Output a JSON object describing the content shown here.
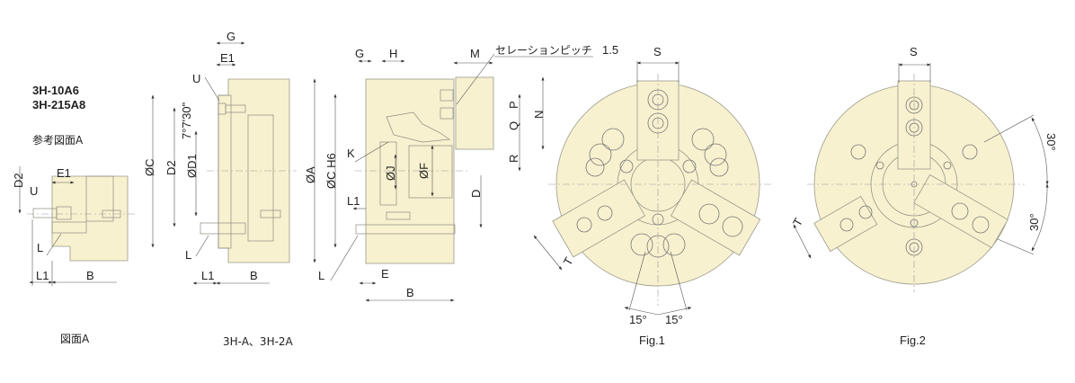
{
  "models": [
    "3H-10A6",
    "3H-215A8"
  ],
  "reference_note": "参考図面A",
  "figures": {
    "drawing_a": {
      "caption": "図面A",
      "labels": {
        "D2": "D2",
        "E1": "E1",
        "U": "U",
        "L": "L",
        "L1": "L1",
        "B": "B"
      }
    },
    "side_view_1": {
      "labels": {
        "G": "G",
        "E1": "E1",
        "U": "U",
        "angle": "7°7'30\"",
        "C": "ØC",
        "D2": "D2",
        "D1": "ØD1",
        "L": "L",
        "L1": "L1",
        "B": "B"
      }
    },
    "side_view_2": {
      "caption": "3H-A、3H-2A",
      "labels": {
        "G": "G",
        "H": "H",
        "M": "M",
        "serration": "セレーションピッチ",
        "serration_pitch": "1.5",
        "A": "ØA",
        "CH6": "ØC H6",
        "K": "K",
        "J": "ØJ",
        "F": "ØF",
        "L1": "L1",
        "P": "P",
        "Q": "Q",
        "N": "N",
        "R": "R",
        "D": "D",
        "L": "L",
        "E": "E",
        "B": "B"
      }
    },
    "fig1": {
      "caption": "Fig.1",
      "labels": {
        "S": "S",
        "T": "T",
        "angle_left": "15°",
        "angle_right": "15°"
      }
    },
    "fig2": {
      "caption": "Fig.2",
      "labels": {
        "S": "S",
        "T": "T",
        "angle_top": "30°",
        "angle_bottom": "30°"
      }
    }
  },
  "colors": {
    "body_fill": "#f8f1cf",
    "line": "#8a8a80"
  }
}
